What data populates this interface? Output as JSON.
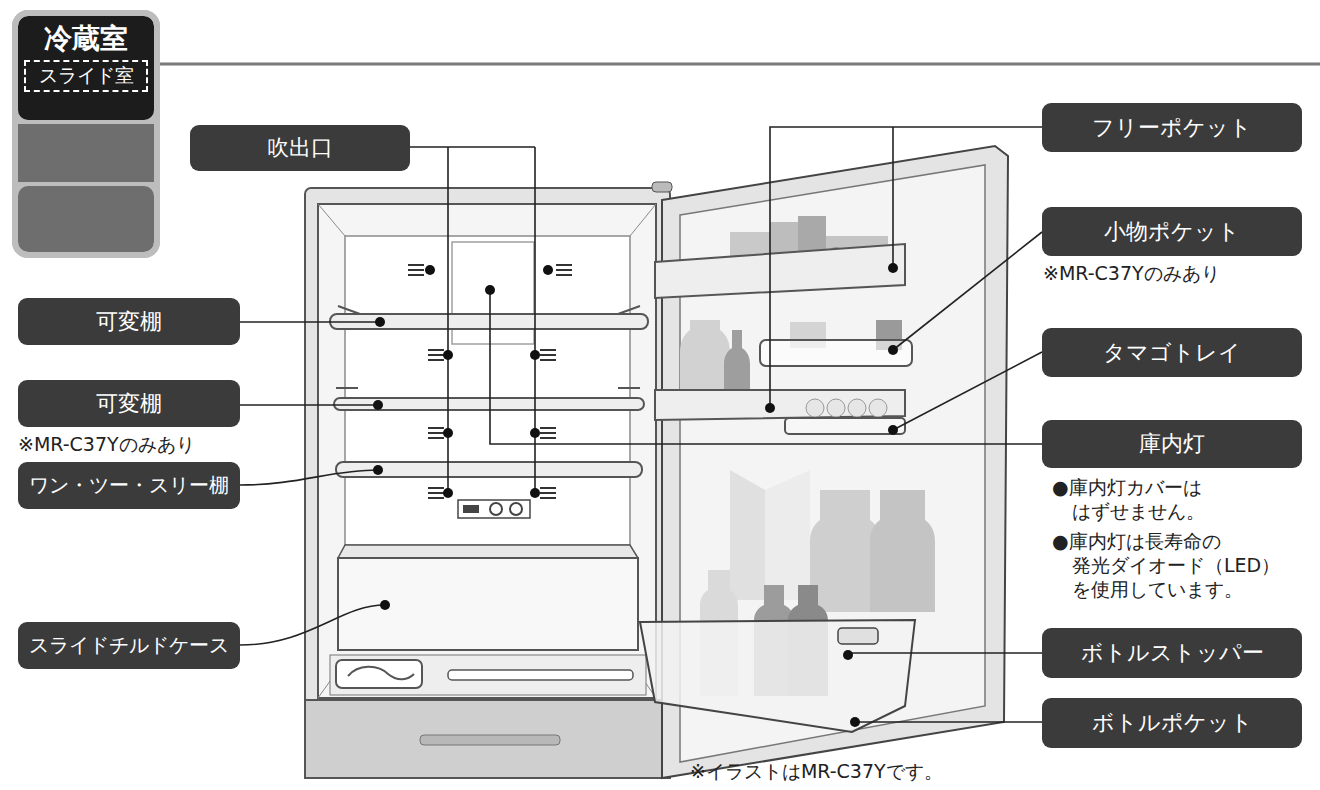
{
  "diagram": {
    "nodes": [
      {
        "text": [
          "冷蔵室"
        ]
      },
      {
        "text": [
          "スライド室"
        ],
        "in": 0
      },
      {
        "text": [
          "吹出口"
        ]
      },
      {
        "text": [
          "フリーポケット"
        ]
      },
      {
        "text": [
          "可変棚"
        ]
      },
      {
        "text": [
          "小物ポケット"
        ]
      },
      {
        "text": [
          "可変棚"
        ]
      },
      {
        "text": [
          "タマゴトレイ"
        ]
      },
      {
        "text": [
          "ワン・ツー・スリー棚"
        ]
      },
      {
        "text": [
          "庫内灯"
        ]
      },
      {
        "text": [
          "スライドチルドケース"
        ]
      },
      {
        "text": [
          "ボトルストッパー"
        ]
      },
      {
        "text": [
          "ボトルポケット"
        ]
      }
    ],
    "labels": [
      "※MR-C37Yのみあり",
      "※MR-C37Yのみあり",
      "●庫内灯カバーは はずせません。",
      "●庫内灯は長寿命の 発光ダイオード（LED） を使用しています。",
      "※イラストはMR-C37Yです。"
    ]
  }
}
